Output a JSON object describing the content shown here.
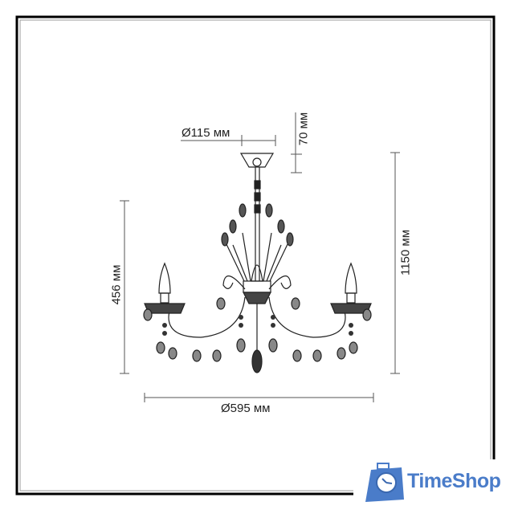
{
  "dimensions": {
    "canopy_diameter": "Ø115 мм",
    "canopy_height": "70 мм",
    "total_height": "1150 мм",
    "body_height": "456 мм",
    "diameter": "Ø595 мм"
  },
  "logo": {
    "text": "TimeShop",
    "color": "#4a7cc9"
  }
}
